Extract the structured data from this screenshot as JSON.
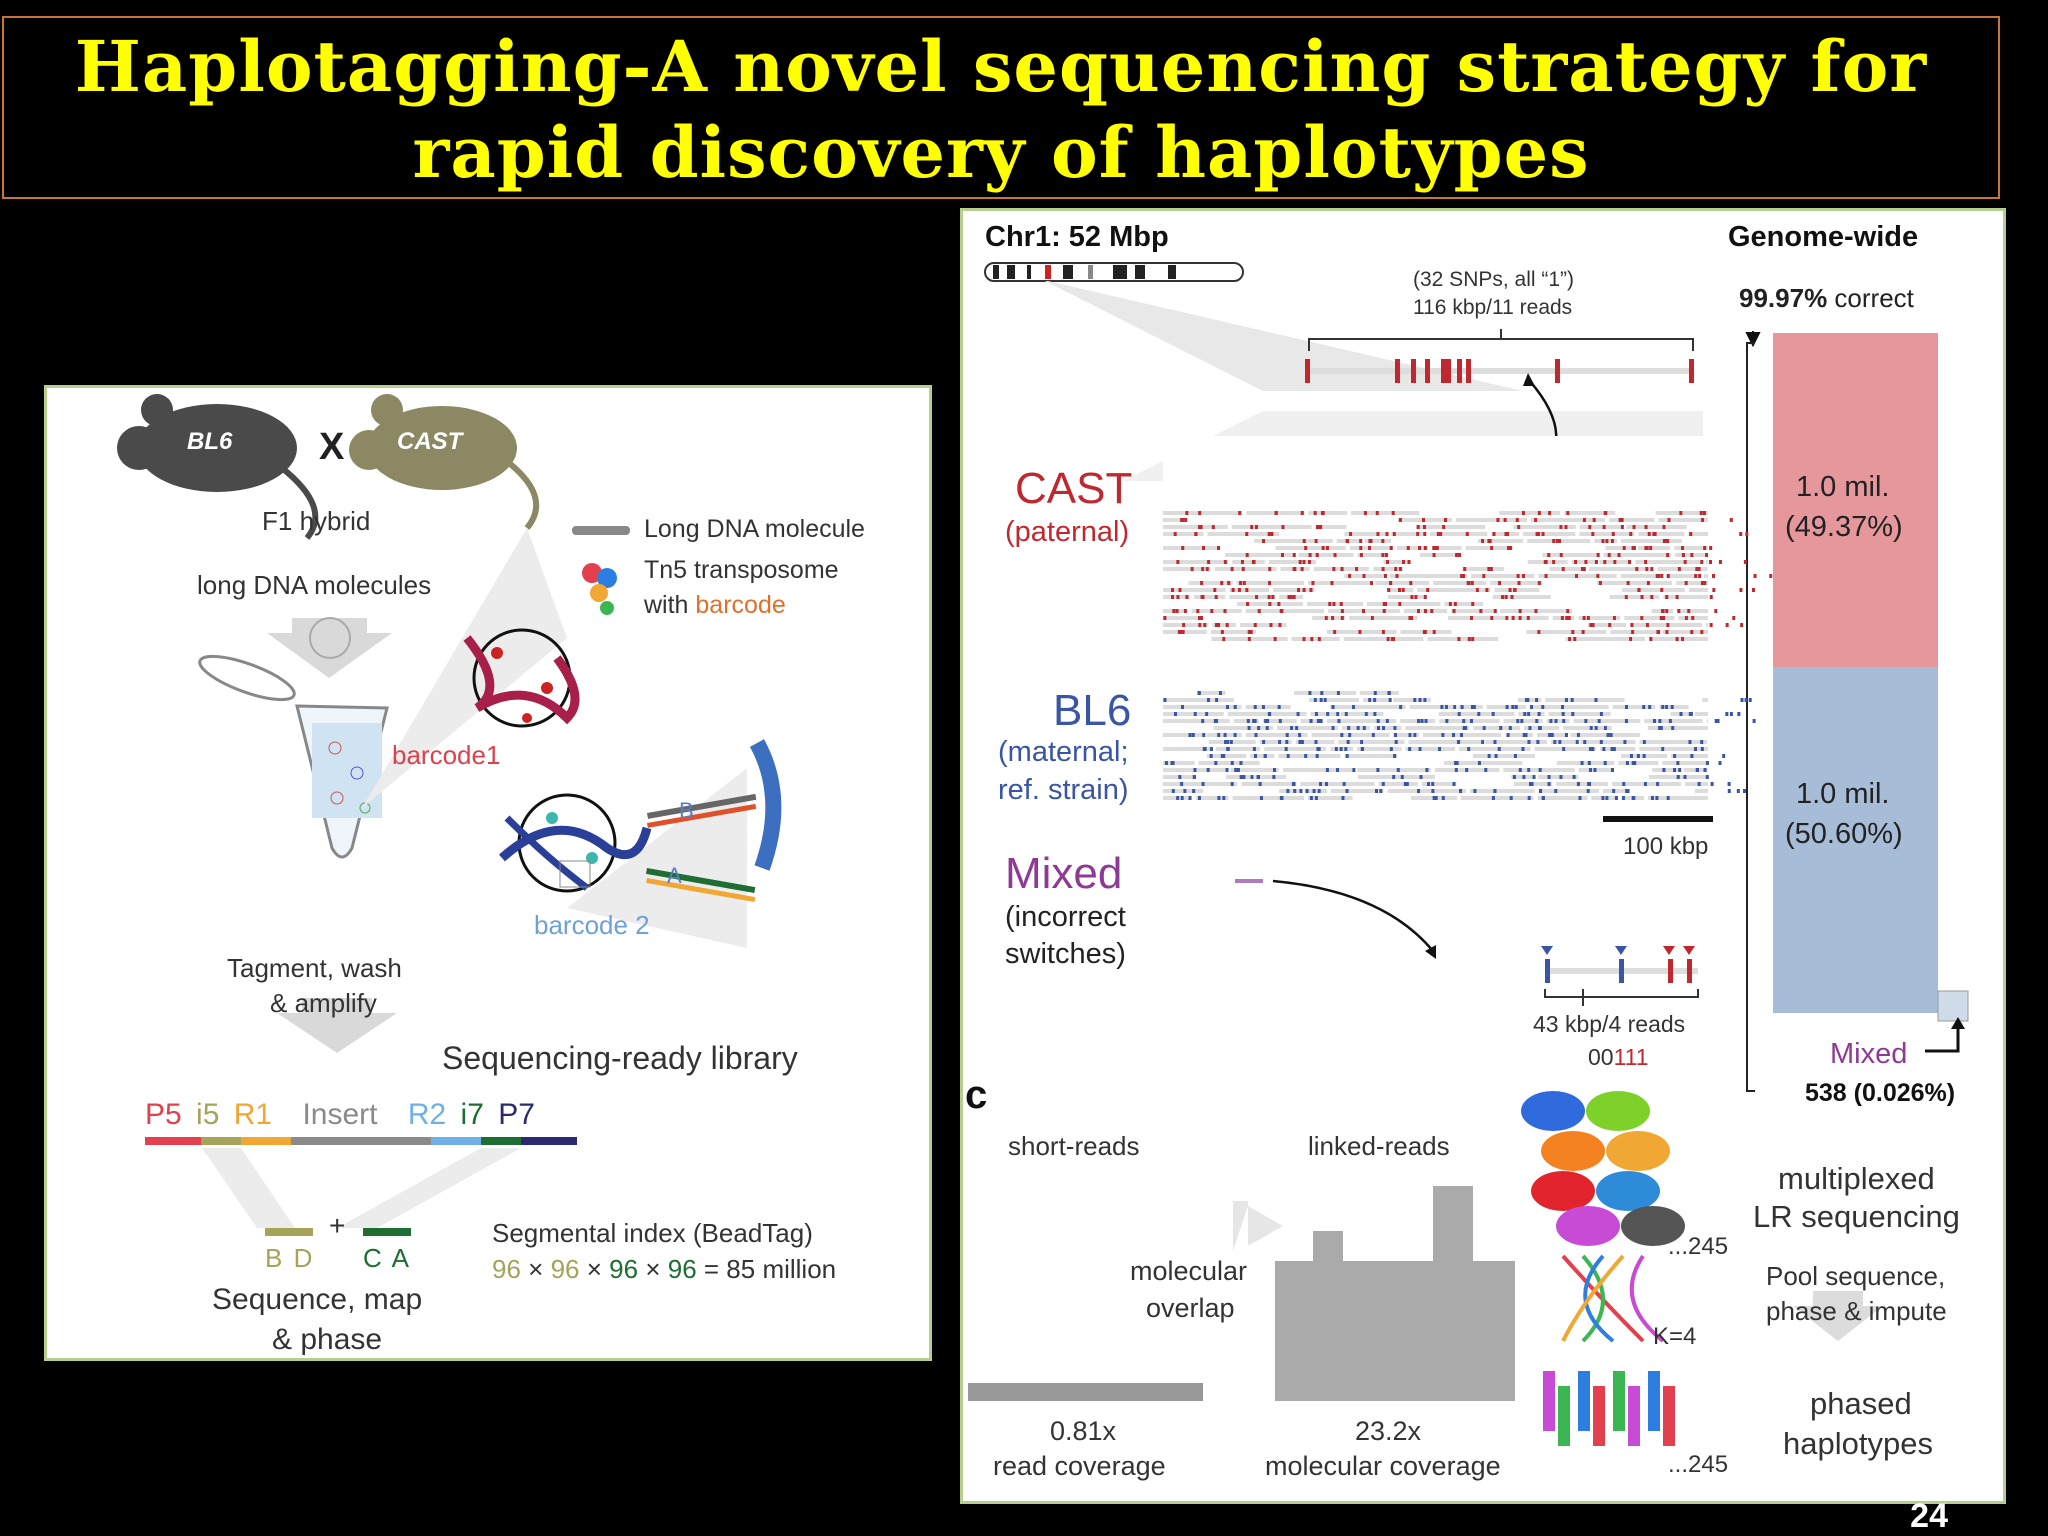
{
  "title": {
    "line1": "Haplotagging-A novel sequencing strategy for",
    "line2": "rapid discovery of haplotypes"
  },
  "left_panel": {
    "mouse_bl6": "BL6",
    "cross_symbol": "X",
    "mouse_cast": "CAST",
    "f1_hybrid": "F1 hybrid",
    "long_dna": "long DNA molecules",
    "legend_long_dna": "Long DNA molecule",
    "legend_tn5": "Tn5 transposome",
    "legend_with": "with ",
    "legend_barcode": "barcode",
    "barcode1": "barcode1",
    "barcode2": "barcode 2",
    "bd_label": "B",
    "ac_label": "A",
    "tagment": "Tagment, wash",
    "amplify": "& amplify",
    "seq_ready": "Sequencing-ready library",
    "library_segments": [
      "P5",
      "i5",
      "R1",
      "Insert",
      "R2",
      "i7",
      "P7"
    ],
    "bd": "B D",
    "plus": "+",
    "ca": "C A",
    "segmental_index": "Segmental index (BeadTag)",
    "formula_96": "96",
    "formula_x": "×",
    "formula_tail": "= 85 million",
    "seq_map": "Sequence, map",
    "and_phase": "& phase"
  },
  "right_panel": {
    "chr_label": "Chr1: 52 Mbp",
    "genome_wide": "Genome-wide",
    "snp_note1": "(32 SNPs, all “1”)",
    "snp_note2": "116 kbp/11 reads",
    "pct_correct": "99.97%",
    "correct_word": " correct",
    "cast": "CAST",
    "paternal": "(paternal)",
    "bl6": "BL6",
    "maternal1": "(maternal;",
    "maternal2": "ref. strain)",
    "scale": "100 kbp",
    "mixed": "Mixed",
    "incorrect1": "(incorrect",
    "incorrect2": "switches)",
    "reads_43": "43 kbp/4 reads",
    "bits_prefix": "00",
    "bits_suffix": "111",
    "bar_top_value": "1.0 mil.",
    "bar_top_pct": "(49.37%)",
    "bar_bottom_value": "1.0 mil.",
    "bar_bottom_pct": "(50.60%)",
    "mixed_label": "Mixed",
    "mixed_count": "538 (0.026%)",
    "panel_c": "c",
    "short_reads": "short-reads",
    "linked_reads": "linked-reads",
    "molecular": "molecular",
    "overlap": "overlap",
    "cov_short": "0.81x",
    "read_cov": "read coverage",
    "cov_linked": "23.2x",
    "mol_cov": "molecular coverage",
    "n245a": "...245",
    "n245b": "...245",
    "k4": "K=4",
    "multiplexed": "multiplexed",
    "lr_seq": "LR sequencing",
    "pool1": "Pool sequence,",
    "pool2": "phase & impute",
    "phased": "phased",
    "haplotypes": "haplotypes"
  },
  "page_number": "24",
  "colors": {
    "title_text": "#ffff00",
    "title_border": "#c8753a",
    "panel_border": "#b6cf8c",
    "cast_red": "#c0282f",
    "bl6_blue": "#3a55a4",
    "mixed_purple": "#8e3a94",
    "bar_pink": "#e5979c",
    "bar_blue": "#a7bcd6"
  }
}
